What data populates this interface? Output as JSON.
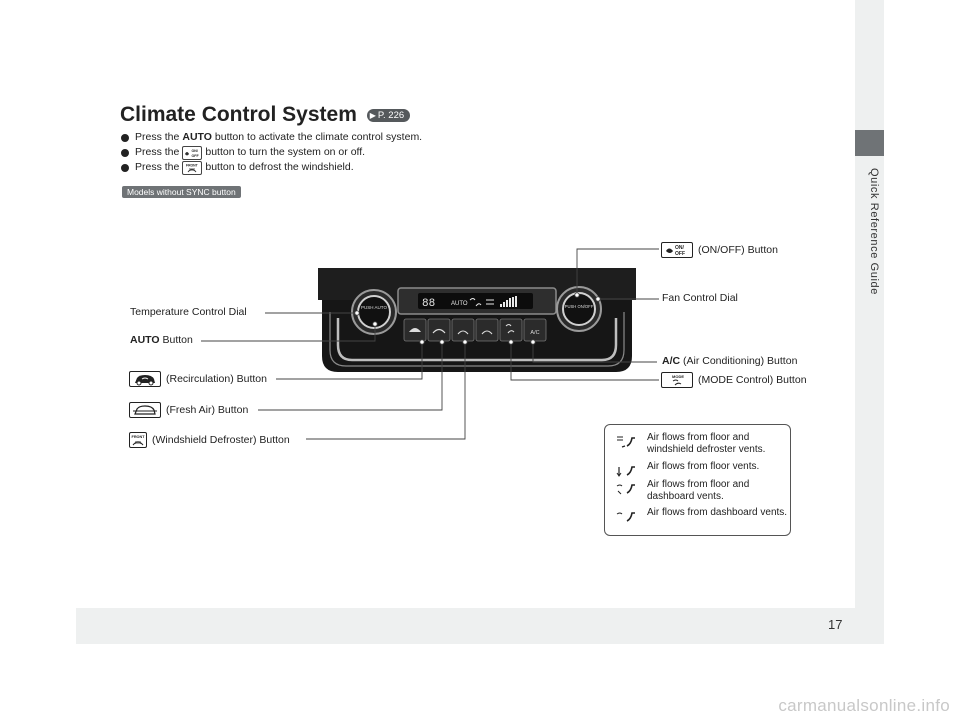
{
  "page": {
    "number": "17",
    "side_label": "Quick Reference Guide",
    "watermark": "carmanualsonline.info"
  },
  "title": {
    "text": "Climate Control System",
    "ref": "P. 226"
  },
  "bullets": [
    {
      "pre": "Press the",
      "bold": "AUTO",
      "post": "button to activate the climate control system."
    },
    {
      "pre": "Press the",
      "icon": "on-off-icon",
      "post": "button to turn the system on or off."
    },
    {
      "pre": "Press the",
      "icon": "front-defroster-icon",
      "post": "button to defrost the windshield."
    }
  ],
  "models_badge": "Models without SYNC button",
  "callouts": {
    "on_off": "(ON/OFF) Button",
    "fan": "Fan Control Dial",
    "temperature": "Temperature Control Dial",
    "auto_bold": "AUTO",
    "auto_rest": "Button",
    "ac_bold": "A/C",
    "ac_rest": "(Air Conditioning) Button",
    "mode": "(MODE Control) Button",
    "recirculation": "(Recirculation) Button",
    "fresh_air": "(Fresh Air) Button",
    "defroster": "(Windshield Defroster) Button"
  },
  "panel": {
    "display_digits": "88",
    "display_auto": "AUTO",
    "push_auto": "PUSH AUTO",
    "push_on_off": "PUSH ON/OFF",
    "ac_label": "A/C"
  },
  "icon_text": {
    "on": "ON/",
    "off": "OFF",
    "front": "FRONT",
    "mode": "MODE"
  },
  "legend": [
    {
      "icon": "floor-defrost-airflow-icon",
      "text": "Air flows from floor and windshield defroster vents."
    },
    {
      "icon": "floor-airflow-icon",
      "text": "Air flows from floor vents."
    },
    {
      "icon": "floor-dash-airflow-icon",
      "text": "Air flows from floor and dashboard vents."
    },
    {
      "icon": "dash-airflow-icon",
      "text": "Air flows from dashboard vents."
    }
  ]
}
